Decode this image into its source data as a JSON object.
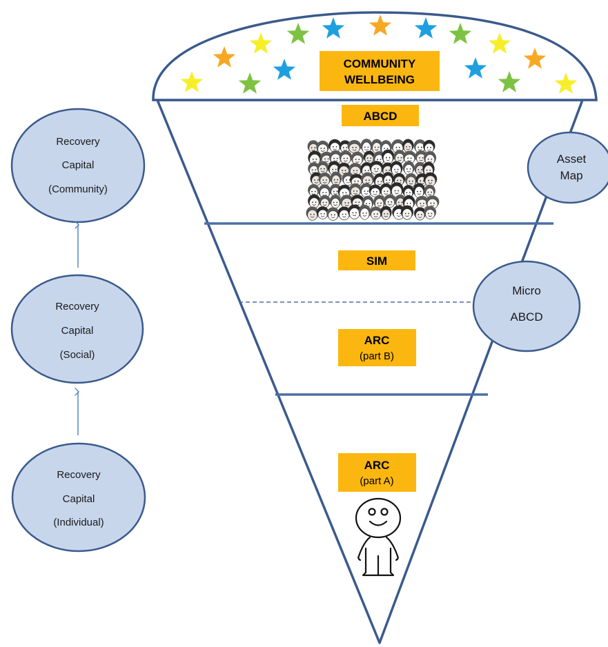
{
  "colors": {
    "outline": "#3a5a8c",
    "circle_fill": "#c8d6ec",
    "label_box": "#fbb710",
    "arrow": "#4f7fbf",
    "star_yellow": "#f7ee2a",
    "star_orange": "#f7a823",
    "star_green": "#7dc242",
    "star_blue": "#1ea0e0"
  },
  "left_circles": {
    "community": {
      "line1": "Recovery",
      "line2": "Capital",
      "line3": "(Community)"
    },
    "social": {
      "line1": "Recovery",
      "line2": "Capital",
      "line3": "(Social)"
    },
    "individual": {
      "line1": "Recovery",
      "line2": "Capital",
      "line3": "(Individual)"
    }
  },
  "right_circles": {
    "asset_map": {
      "line1": "Asset",
      "line2": "Map"
    },
    "micro_abcd": {
      "line1": "Micro",
      "line2": "ABCD"
    }
  },
  "cone_labels": {
    "community_wellbeing": {
      "line1": "COMMUNITY",
      "line2": "WELLBEING"
    },
    "abcd": "ABCD",
    "sim": "SIM",
    "arc_b": {
      "line1": "ARC",
      "line2": "(part B)"
    },
    "arc_a": {
      "line1": "ARC",
      "line2": "(part A)"
    }
  },
  "icons": {
    "crowd": "crowd-of-faces-icon",
    "person": "smiling-person-icon",
    "stars": "star-icon"
  }
}
